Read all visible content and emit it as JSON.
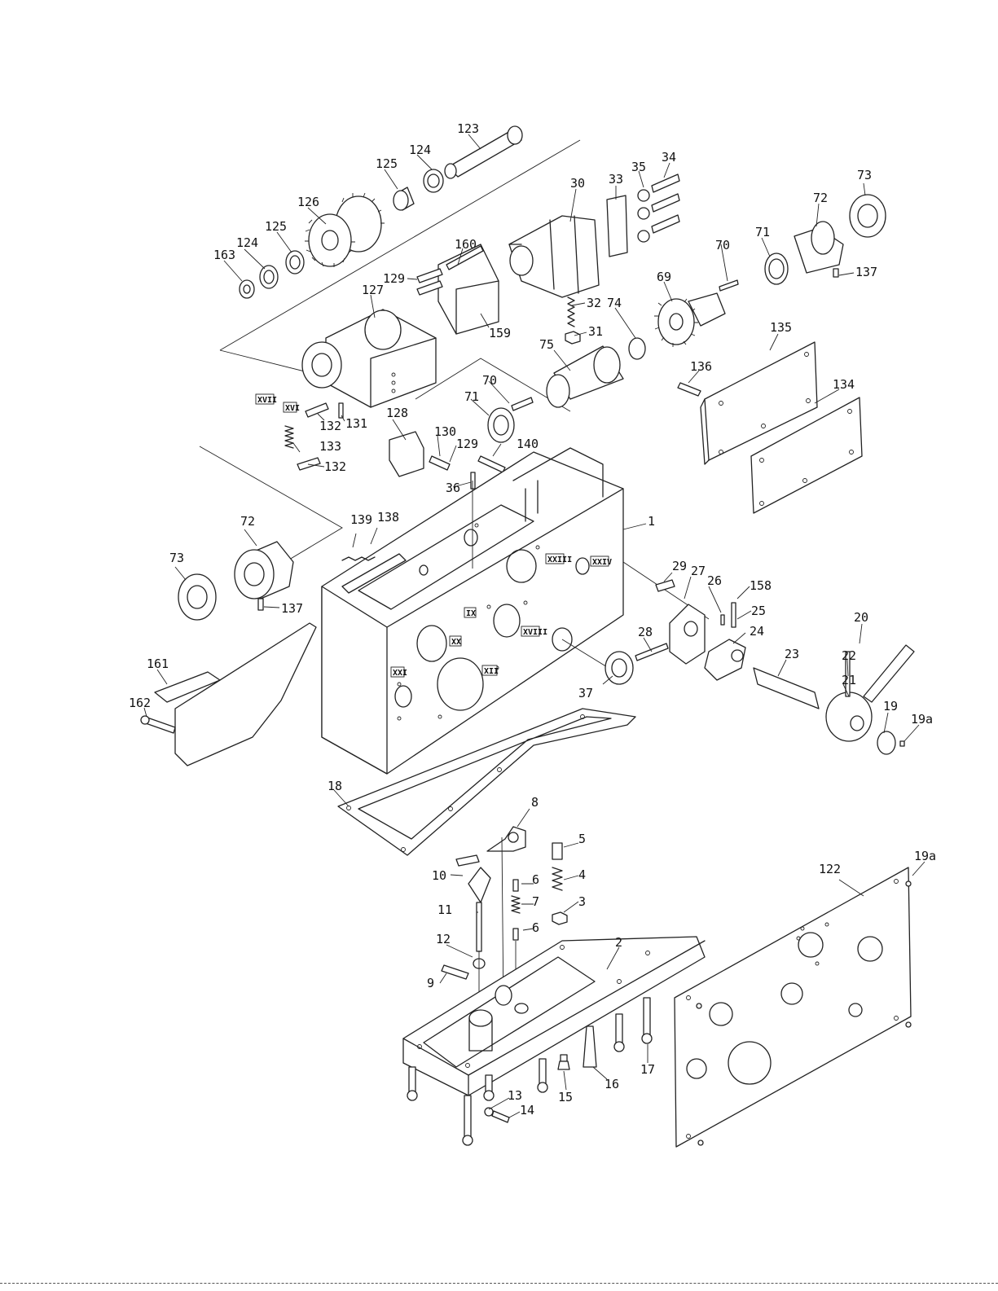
{
  "callouts": [
    {
      "text": "123"
    },
    {
      "text": "124"
    },
    {
      "text": "125"
    },
    {
      "text": "126"
    },
    {
      "text": "125"
    },
    {
      "text": "124"
    },
    {
      "text": "163"
    },
    {
      "text": "30"
    },
    {
      "text": "33"
    },
    {
      "text": "35"
    },
    {
      "text": "34"
    },
    {
      "text": "73"
    },
    {
      "text": "72"
    },
    {
      "text": "71"
    },
    {
      "text": "70"
    },
    {
      "text": "137"
    },
    {
      "text": "69"
    },
    {
      "text": "74"
    },
    {
      "text": "160"
    },
    {
      "text": "129"
    },
    {
      "text": "32"
    },
    {
      "text": "31"
    },
    {
      "text": "159"
    },
    {
      "text": "127"
    },
    {
      "text": "75"
    },
    {
      "text": "70"
    },
    {
      "text": "71"
    },
    {
      "text": "135"
    },
    {
      "text": "136"
    },
    {
      "text": "134"
    },
    {
      "text": "132"
    },
    {
      "text": "131"
    },
    {
      "text": "133"
    },
    {
      "text": "132"
    },
    {
      "text": "128"
    },
    {
      "text": "130"
    },
    {
      "text": "129"
    },
    {
      "text": "140"
    },
    {
      "text": "36"
    },
    {
      "text": "1"
    },
    {
      "text": "139"
    },
    {
      "text": "138"
    },
    {
      "text": "72"
    },
    {
      "text": "73"
    },
    {
      "text": "137"
    },
    {
      "text": "29"
    },
    {
      "text": "27"
    },
    {
      "text": "26"
    },
    {
      "text": "158"
    },
    {
      "text": "25"
    },
    {
      "text": "24"
    },
    {
      "text": "20"
    },
    {
      "text": "28"
    },
    {
      "text": "23"
    },
    {
      "text": "22"
    },
    {
      "text": "21"
    },
    {
      "text": "19"
    },
    {
      "text": "19a"
    },
    {
      "text": "37"
    },
    {
      "text": "161"
    },
    {
      "text": "162"
    },
    {
      "text": "18"
    },
    {
      "text": "8"
    },
    {
      "text": "5"
    },
    {
      "text": "10"
    },
    {
      "text": "6"
    },
    {
      "text": "4"
    },
    {
      "text": "7"
    },
    {
      "text": "11"
    },
    {
      "text": "3"
    },
    {
      "text": "6"
    },
    {
      "text": "12"
    },
    {
      "text": "9"
    },
    {
      "text": "2"
    },
    {
      "text": "122"
    },
    {
      "text": "19a"
    },
    {
      "text": "13"
    },
    {
      "text": "15"
    },
    {
      "text": "16"
    },
    {
      "text": "17"
    },
    {
      "text": "14"
    }
  ],
  "roman_marks": [
    {
      "text": "XVII"
    },
    {
      "text": "XVI"
    },
    {
      "text": "XXIII"
    },
    {
      "text": "XXIV"
    },
    {
      "text": "IX"
    },
    {
      "text": "XX"
    },
    {
      "text": "XVIII"
    },
    {
      "text": "XXI"
    },
    {
      "text": "XII"
    }
  ]
}
